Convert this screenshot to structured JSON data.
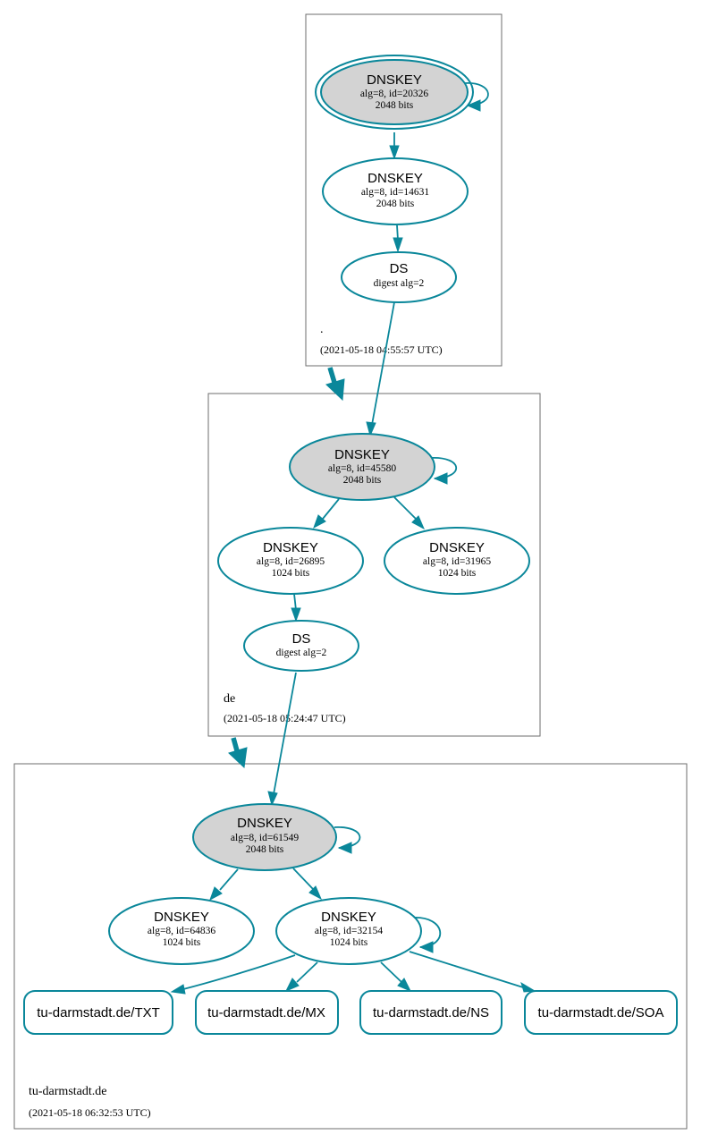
{
  "colors": {
    "edge": "#0a879a",
    "ksk_fill": "#d3d3d3",
    "zone_border": "#6e6e6e"
  },
  "zones": [
    {
      "id": "root",
      "name": ".",
      "timestamp": "(2021-05-18 04:55:57 UTC)"
    },
    {
      "id": "de",
      "name": "de",
      "timestamp": "(2021-05-18 05:24:47 UTC)"
    },
    {
      "id": "tud",
      "name": "tu-darmstadt.de",
      "timestamp": "(2021-05-18 06:32:53 UTC)"
    }
  ],
  "nodes": {
    "root_ksk": {
      "title": "DNSKEY",
      "line1": "alg=8, id=20326",
      "line2": "2048 bits"
    },
    "root_zsk": {
      "title": "DNSKEY",
      "line1": "alg=8, id=14631",
      "line2": "2048 bits"
    },
    "root_ds": {
      "title": "DS",
      "line1": "digest alg=2"
    },
    "de_ksk": {
      "title": "DNSKEY",
      "line1": "alg=8, id=45580",
      "line2": "2048 bits"
    },
    "de_zsk1": {
      "title": "DNSKEY",
      "line1": "alg=8, id=26895",
      "line2": "1024 bits"
    },
    "de_zsk2": {
      "title": "DNSKEY",
      "line1": "alg=8, id=31965",
      "line2": "1024 bits"
    },
    "de_ds": {
      "title": "DS",
      "line1": "digest alg=2"
    },
    "tud_ksk": {
      "title": "DNSKEY",
      "line1": "alg=8, id=61549",
      "line2": "2048 bits"
    },
    "tud_zsk1": {
      "title": "DNSKEY",
      "line1": "alg=8, id=64836",
      "line2": "1024 bits"
    },
    "tud_zsk2": {
      "title": "DNSKEY",
      "line1": "alg=8, id=32154",
      "line2": "1024 bits"
    },
    "rr_txt": {
      "label": "tu-darmstadt.de/TXT"
    },
    "rr_mx": {
      "label": "tu-darmstadt.de/MX"
    },
    "rr_ns": {
      "label": "tu-darmstadt.de/NS"
    },
    "rr_soa": {
      "label": "tu-darmstadt.de/SOA"
    }
  }
}
